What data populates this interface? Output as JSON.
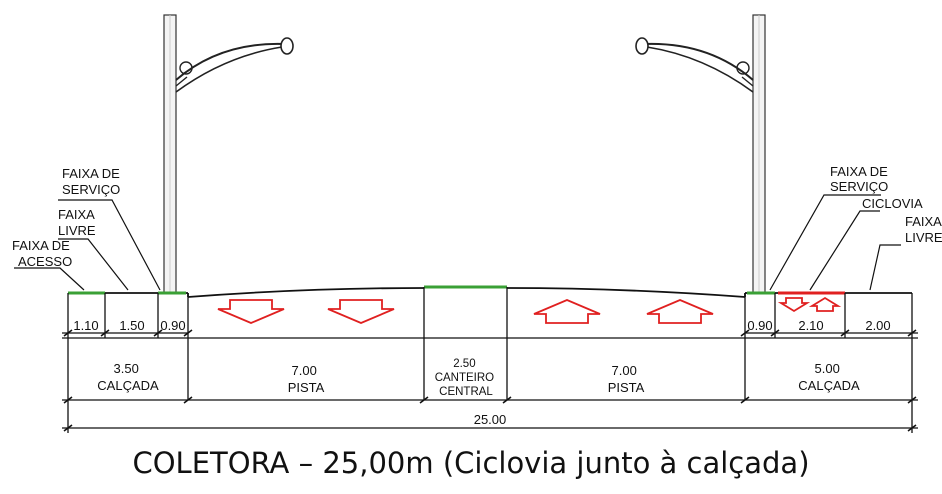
{
  "caption": "COLETORA – 25,00m (Ciclovia junto à calçada)",
  "labels": {
    "faixa_servico_left": [
      "FAIXA DE",
      "SERVIÇO"
    ],
    "faixa_livre_left": [
      "FAIXA",
      "LIVRE"
    ],
    "faixa_acesso": [
      "FAIXA DE",
      "ACESSO"
    ],
    "faixa_servico_right": [
      "FAIXA DE",
      "SERVIÇO"
    ],
    "ciclovia": "CICLOVIA",
    "faixa_livre_right": [
      "FAIXA",
      "LIVRE"
    ]
  },
  "dims_row1": {
    "left_acesso": "1.10",
    "left_livre": "1.50",
    "left_servico": "0.90",
    "right_servico": "0.90",
    "right_ciclovia": "2.10",
    "right_livre": "2.00"
  },
  "dims_row2": {
    "calcada_left": [
      "3.50",
      "CALÇADA"
    ],
    "pista_left": [
      "7.00",
      "PISTA"
    ],
    "canteiro": [
      "2.50",
      "CANTEIRO",
      "CENTRAL"
    ],
    "pista_right": [
      "7.00",
      "PISTA"
    ],
    "calcada_right": [
      "5.00",
      "CALÇADA"
    ]
  },
  "total": "25.00",
  "colors": {
    "line": "#111111",
    "arrow": "#e02020",
    "green": "#3aa035",
    "pole": "#f2f2f2"
  }
}
